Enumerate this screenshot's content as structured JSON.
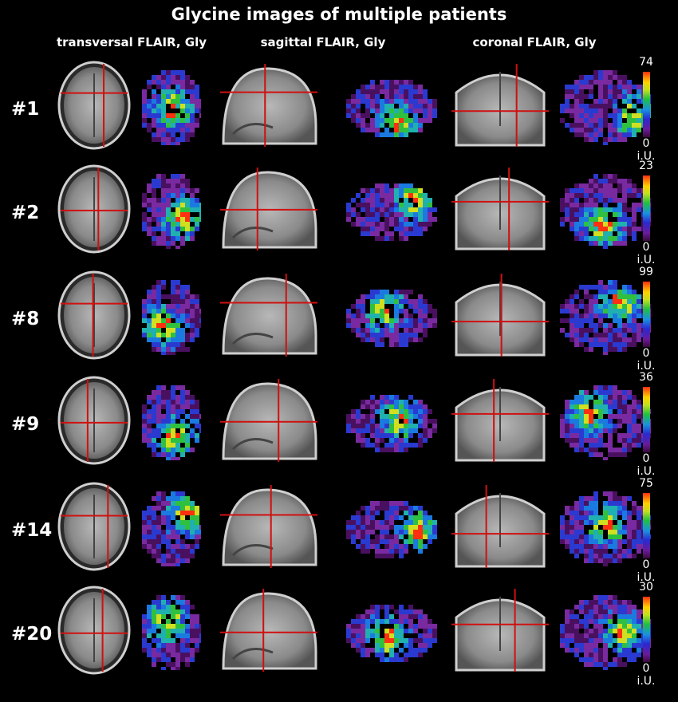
{
  "title": "Glycine images of multiple patients",
  "columns": [
    "transversal FLAIR, Gly",
    "sagittal FLAIR, Gly",
    "coronal FLAIR, Gly"
  ],
  "unit": "i.U.",
  "colors": {
    "cross": "#d01010",
    "background": "#000000"
  },
  "rows": [
    {
      "label": "#1",
      "max": "74",
      "min": "0"
    },
    {
      "label": "#2",
      "max": "23",
      "min": "0"
    },
    {
      "label": "#8",
      "max": "99",
      "min": "0"
    },
    {
      "label": "#9",
      "max": "36",
      "min": "0"
    },
    {
      "label": "#14",
      "max": "75",
      "min": "0"
    },
    {
      "label": "#20",
      "max": "30",
      "min": "0"
    }
  ]
}
